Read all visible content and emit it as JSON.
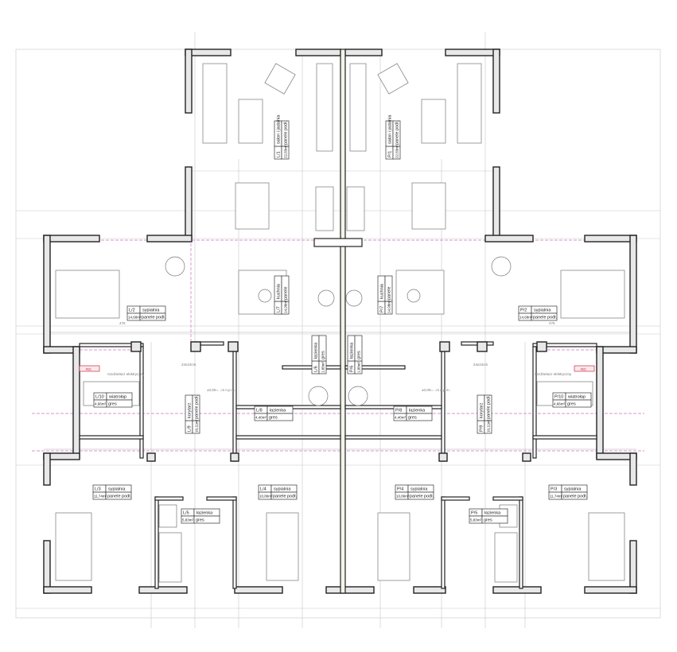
{
  "title": "Rzut parteru - budynek bliźniaczy",
  "rooms": [
    {
      "id": "L/1",
      "name": "salon i jadalnia",
      "area": "22,83m²",
      "floor": "panele podł."
    },
    {
      "id": "L/2",
      "name": "sypialnia",
      "area": "14,68m²",
      "floor": "panele podł."
    },
    {
      "id": "L/3",
      "name": "sypialnia",
      "area": "11,74m²",
      "floor": "panele podł."
    },
    {
      "id": "L/4",
      "name": "sypialnia",
      "area": "10,86m²",
      "floor": "panele podł."
    },
    {
      "id": "L/5",
      "name": "łazienka",
      "area": "5,83m²",
      "floor": "gres"
    },
    {
      "id": "L/6",
      "name": "łazienka",
      "area": "1,88m²",
      "floor": "gres"
    },
    {
      "id": "L/7",
      "name": "kuchnia",
      "area": "14,98m²",
      "floor": "panele"
    },
    {
      "id": "L/8",
      "name": "łazienka",
      "area": "4,40m²",
      "floor": "gres"
    },
    {
      "id": "L/9",
      "name": "korytarz",
      "area": "10,11m²",
      "floor": "panele podł."
    },
    {
      "id": "L/10",
      "name": "wiatrołap",
      "area": "4,66m²",
      "floor": "gres"
    },
    {
      "id": "P/1",
      "name": "salon i jadalnia",
      "area": "22,83m²",
      "floor": "panele podł."
    },
    {
      "id": "P/2",
      "name": "sypialnia",
      "area": "14,68m²",
      "floor": "panele podł."
    },
    {
      "id": "P/3",
      "name": "sypialnia",
      "area": "11,74m²",
      "floor": "panele podł."
    },
    {
      "id": "P/4",
      "name": "sypialnia",
      "area": "10,86m²",
      "floor": "panele podł."
    },
    {
      "id": "P/5",
      "name": "łazienka",
      "area": "5,83m²",
      "floor": "gres"
    },
    {
      "id": "P/6",
      "name": "łazienka",
      "area": "1,88m²",
      "floor": "gres"
    },
    {
      "id": "P/7",
      "name": "kuchnia",
      "area": "14,98m²",
      "floor": "panele"
    },
    {
      "id": "P/8",
      "name": "łazienka",
      "area": "4,40m²",
      "floor": "gres"
    },
    {
      "id": "P/9",
      "name": "korytarz",
      "area": "10,11m²",
      "floor": "panele podł."
    },
    {
      "id": "P/10",
      "name": "wiatrołap",
      "area": "4,66m²",
      "floor": "gres"
    }
  ],
  "annotations": {
    "level": "±0,00=…m n.p.m.",
    "dim_total": "476",
    "heater_tag": "RG",
    "heater_note": "rozdzielacz elektryczny",
    "chimney": "24x24cm"
  },
  "colors": {
    "wall": "#222222",
    "hatch": "#e8e8e8",
    "axis": "#c8c8c8",
    "install": "#d070c0",
    "heater": "#cc3344"
  }
}
